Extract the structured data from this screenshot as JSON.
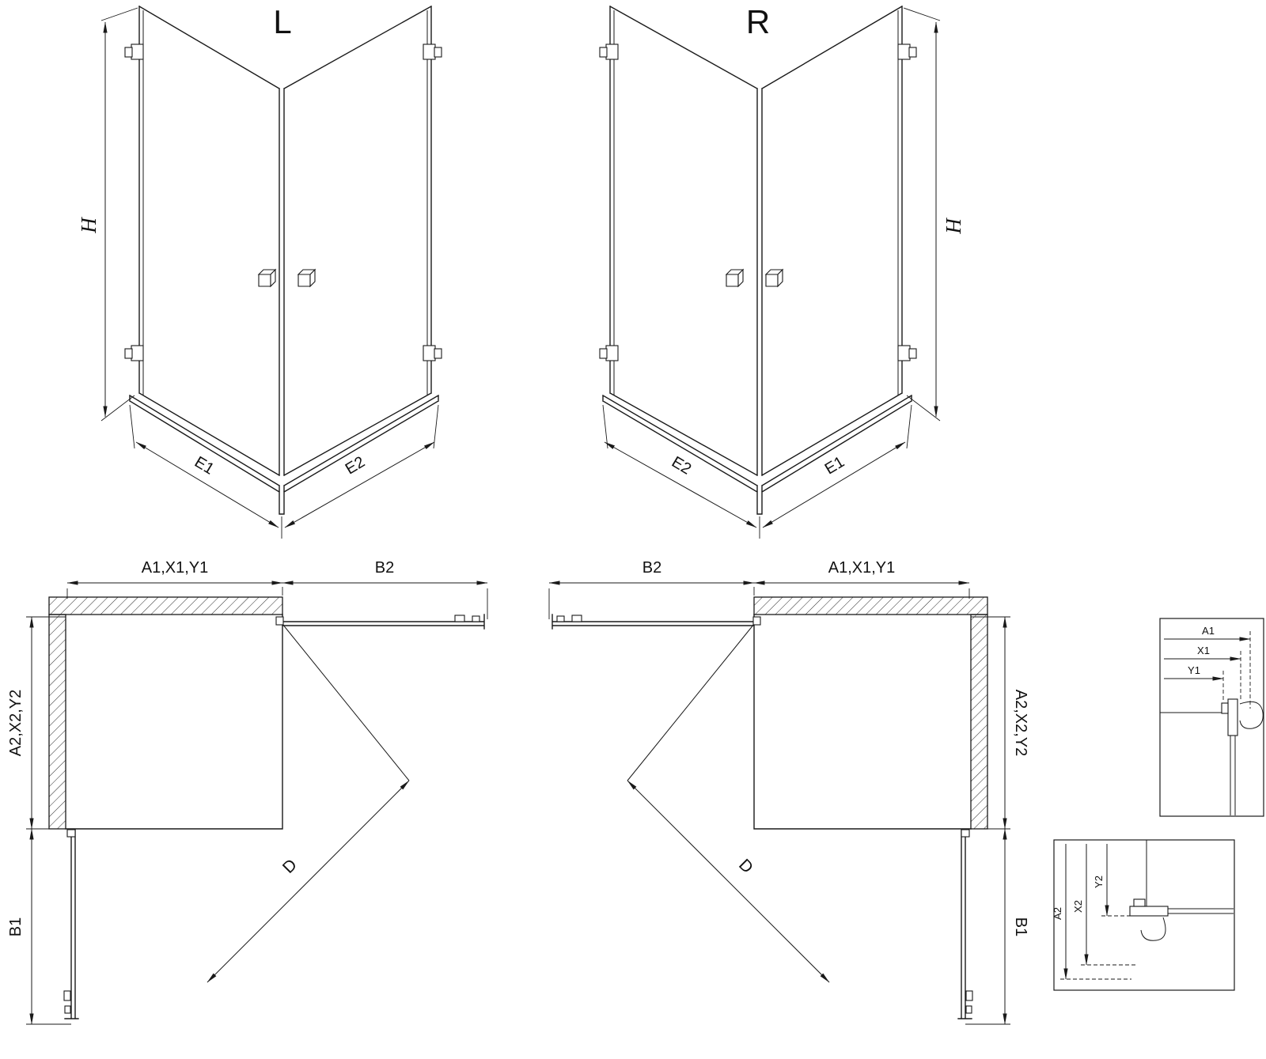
{
  "colors": {
    "line": "#1a1a1a",
    "background": "#ffffff"
  },
  "views": {
    "persp_l": {
      "label": "L",
      "h": "H",
      "e1": "E1",
      "e2": "E2"
    },
    "persp_r": {
      "label": "R",
      "h": "H",
      "e1": "E1",
      "e2": "E2"
    },
    "plan_l": {
      "top_left": "A1,X1,Y1",
      "top_right": "B2",
      "side": "A2,X2,Y2",
      "bottom": "B1",
      "diag": "D"
    },
    "plan_r": {
      "top_left": "B2",
      "top_right": "A1,X1,Y1",
      "side": "A2,X2,Y2",
      "bottom": "B1",
      "diag": "D"
    },
    "detail_top": {
      "d1": "A1",
      "d2": "X1",
      "d3": "Y1"
    },
    "detail_bottom": {
      "d1": "A2",
      "d2": "X2",
      "d3": "Y2"
    }
  }
}
